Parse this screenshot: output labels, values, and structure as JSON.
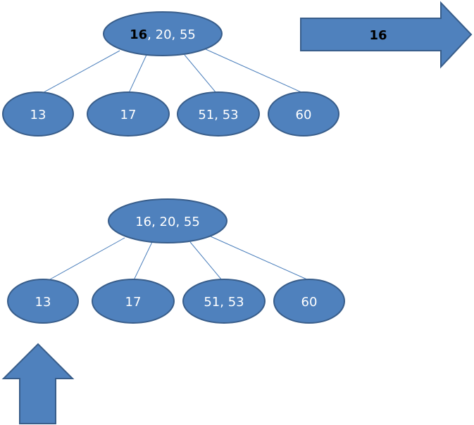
{
  "tree_top": {
    "root": {
      "highlight": "16",
      "rest": ", 20, 55"
    },
    "children": [
      "13",
      "17",
      "51, 53",
      "60"
    ]
  },
  "right_arrow": {
    "label": "16"
  },
  "tree_bottom": {
    "root": {
      "label": "16, 20, 55"
    },
    "children": [
      "13",
      "17",
      "51, 53",
      "60"
    ]
  },
  "up_arrow": {},
  "colors": {
    "node_fill": "#4f81bd",
    "node_stroke": "#385d8a",
    "edge": "#4a7ebb"
  }
}
